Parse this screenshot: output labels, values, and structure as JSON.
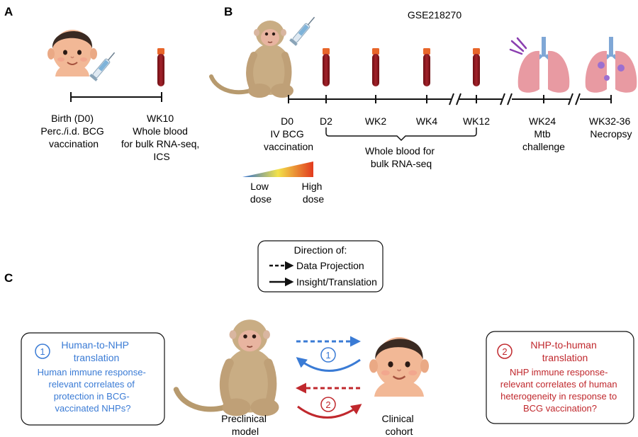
{
  "panel_a": {
    "letter": "A",
    "timepoints": [
      {
        "lines": [
          "Birth (D0)",
          "Perc./i.d. BCG",
          "vaccination"
        ]
      },
      {
        "lines": [
          "WK10",
          "Whole blood",
          "for bulk RNA-seq,",
          "ICS"
        ]
      }
    ]
  },
  "panel_b": {
    "letter": "B",
    "dataset_id": "GSE218270",
    "timepoints": [
      {
        "lines": [
          "D0",
          "IV BCG",
          "vaccination"
        ]
      },
      {
        "lines": [
          "D2"
        ]
      },
      {
        "lines": [
          "WK2"
        ]
      },
      {
        "lines": [
          "WK4"
        ]
      },
      {
        "lines": [
          "WK12"
        ]
      },
      {
        "lines": [
          "WK24",
          "Mtb",
          "challenge"
        ]
      },
      {
        "lines": [
          "WK32-36",
          "Necropsy"
        ]
      }
    ],
    "bracket_label": [
      "Whole blood for",
      "bulk RNA-seq"
    ],
    "dose_scale": {
      "low": [
        "Low",
        "dose"
      ],
      "high": [
        "High",
        "dose"
      ],
      "colors": [
        "#2e6fd0",
        "#f2e24a",
        "#e23a1e"
      ]
    }
  },
  "panel_c": {
    "letter": "C",
    "legend": {
      "title": "Direction of:",
      "dashed": "Data Projection",
      "solid": "Insight/Translation"
    },
    "left_box": {
      "number": "1",
      "title": [
        "Human-to-NHP",
        "translation"
      ],
      "body": [
        "Human immune response-",
        "relevant correlates of",
        "protection in BCG-",
        "vaccinated NHPs?"
      ],
      "color": "#3a7bd5"
    },
    "right_box": {
      "number": "2",
      "title": [
        "NHP-to-human",
        "translation"
      ],
      "body": [
        "NHP immune response-",
        "relevant correlates of human",
        "heterogeneity in response to",
        "BCG vaccination?"
      ],
      "color": "#c0282d"
    },
    "arrow_numbers": [
      "1",
      "2"
    ],
    "monkey_label": [
      "Preclinical",
      "model"
    ],
    "baby_label": [
      "Clinical",
      "cohort"
    ]
  }
}
